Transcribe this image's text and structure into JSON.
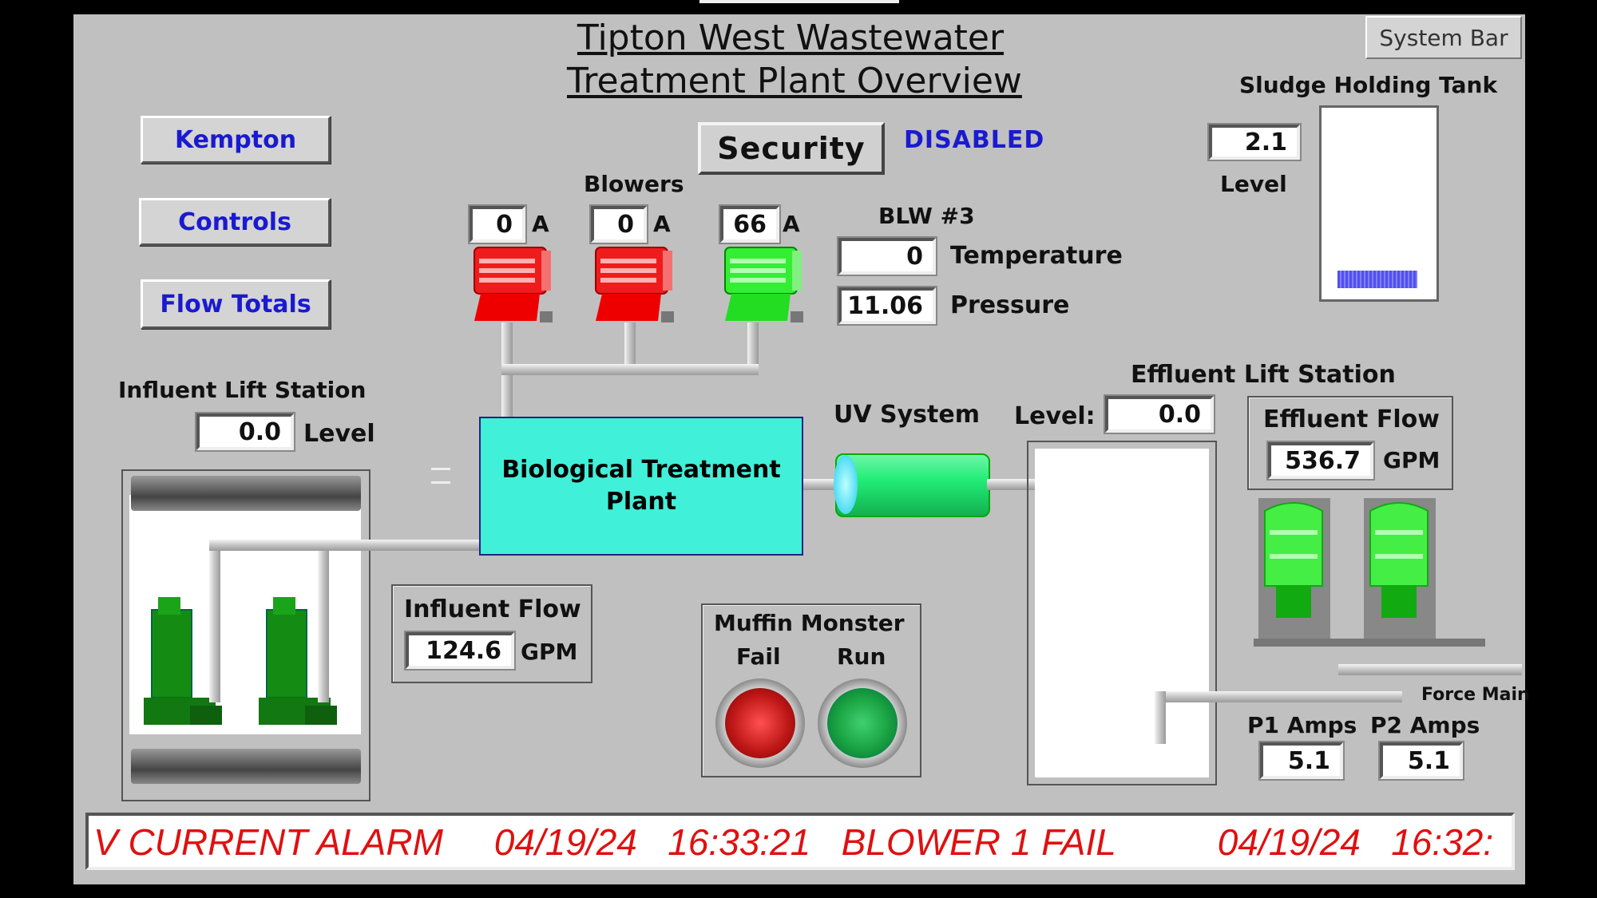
{
  "header": {
    "title_line1": "Tipton West Wastewater",
    "title_line2": "Treatment Plant Overview",
    "system_bar_label": "System Bar"
  },
  "nav": {
    "kempton": "Kempton",
    "controls": "Controls",
    "flow_totals": "Flow Totals"
  },
  "security": {
    "button_label": "Security",
    "status": "DISABLED"
  },
  "blowers": {
    "label": "Blowers",
    "units": "A",
    "amps": [
      "0",
      "0",
      "66"
    ],
    "status_colors": [
      "#ee1c1c",
      "#ee1c1c",
      "#33ee33"
    ],
    "blw3": {
      "label": "BLW #3",
      "temperature_value": "0",
      "temperature_label": "Temperature",
      "pressure_value": "11.06",
      "pressure_label": "Pressure"
    }
  },
  "sludge_tank": {
    "label": "Sludge Holding Tank",
    "level_value": "2.1",
    "level_label": "Level",
    "fill_color": "#4040e0"
  },
  "influent_lift_station": {
    "label": "Influent Lift Station",
    "level_value": "0.0",
    "level_label": "Level"
  },
  "biological_plant": {
    "label": "Biological Treatment Plant",
    "color": "#40f0d8"
  },
  "uv_system": {
    "label": "UV System",
    "color": "#22ee77"
  },
  "effluent_lift_station": {
    "label": "Effluent Lift Station",
    "level_label": "Level:",
    "level_value": "0.0"
  },
  "effluent_flow": {
    "label": "Effluent Flow",
    "value": "536.7",
    "units": "GPM"
  },
  "influent_flow": {
    "label": "Influent Flow",
    "value": "124.6",
    "units": "GPM"
  },
  "muffin_monster": {
    "label": "Muffin Monster",
    "fail_label": "Fail",
    "run_label": "Run",
    "fail_color": "#c01818",
    "run_color": "#18a040"
  },
  "effluent_pumps": {
    "force_main_label": "Force Main",
    "p1_label": "P1 Amps",
    "p1_value": "5.1",
    "p2_label": "P2 Amps",
    "p2_value": "5.1"
  },
  "alarm_banner": {
    "text": "V CURRENT ALARM     04/19/24   16:33:21   BLOWER 1 FAIL          04/19/24   16:32:"
  }
}
